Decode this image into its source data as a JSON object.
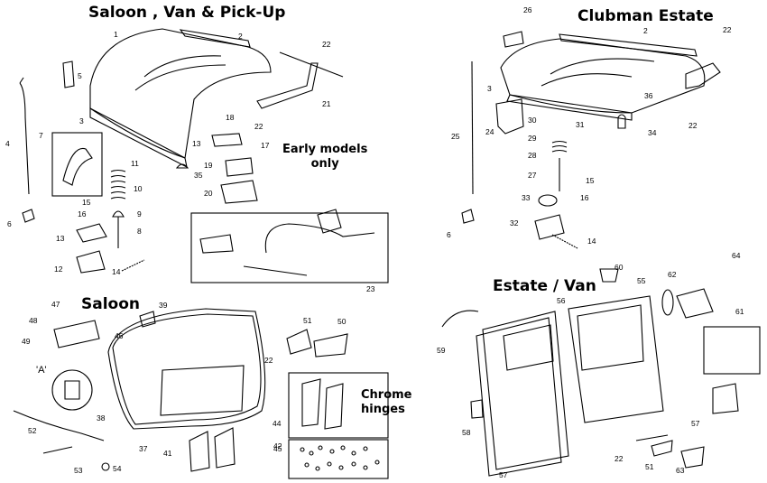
{
  "sections": {
    "saloon_van_pickup": "Saloon , Van & Pick-Up",
    "clubman_estate": "Clubman Estate",
    "saloon": "Saloon",
    "estate_van": "Estate / Van"
  },
  "notes": {
    "early_models_line1": "Early models",
    "early_models_line2": "only",
    "chrome_hinges_line1": "Chrome",
    "chrome_hinges_line2": "hinges",
    "detail_a": "'A'"
  },
  "labels": [
    {
      "id": "l1",
      "text": "1"
    },
    {
      "id": "l2",
      "text": "2"
    },
    {
      "id": "l3",
      "text": "3"
    },
    {
      "id": "l4",
      "text": "4"
    },
    {
      "id": "l5",
      "text": "5"
    },
    {
      "id": "l6",
      "text": "6"
    },
    {
      "id": "l7",
      "text": "7"
    },
    {
      "id": "l8",
      "text": "8"
    },
    {
      "id": "l9",
      "text": "9"
    },
    {
      "id": "l10",
      "text": "10"
    },
    {
      "id": "l11",
      "text": "11"
    },
    {
      "id": "l12",
      "text": "12"
    },
    {
      "id": "l13",
      "text": "13"
    },
    {
      "id": "l14",
      "text": "14"
    },
    {
      "id": "l15",
      "text": "15"
    },
    {
      "id": "l16",
      "text": "16"
    },
    {
      "id": "l18",
      "text": "18"
    },
    {
      "id": "l13b",
      "text": "13"
    },
    {
      "id": "l17",
      "text": "17"
    },
    {
      "id": "l19",
      "text": "19"
    },
    {
      "id": "l35",
      "text": "35"
    },
    {
      "id": "l20",
      "text": "20"
    },
    {
      "id": "l22a",
      "text": "22"
    },
    {
      "id": "l21",
      "text": "21"
    },
    {
      "id": "l22b",
      "text": "22"
    },
    {
      "id": "l23",
      "text": "23"
    },
    {
      "id": "c26",
      "text": "26"
    },
    {
      "id": "c2",
      "text": "2"
    },
    {
      "id": "c22",
      "text": "22"
    },
    {
      "id": "c3",
      "text": "3"
    },
    {
      "id": "c36",
      "text": "36"
    },
    {
      "id": "c25",
      "text": "25"
    },
    {
      "id": "c24",
      "text": "24"
    },
    {
      "id": "c30",
      "text": "30"
    },
    {
      "id": "c31",
      "text": "31"
    },
    {
      "id": "c34",
      "text": "34"
    },
    {
      "id": "c29",
      "text": "29"
    },
    {
      "id": "c28",
      "text": "28"
    },
    {
      "id": "c27",
      "text": "27"
    },
    {
      "id": "c15",
      "text": "15"
    },
    {
      "id": "c33",
      "text": "33"
    },
    {
      "id": "c16",
      "text": "16"
    },
    {
      "id": "c22b",
      "text": "22"
    },
    {
      "id": "c6",
      "text": "6"
    },
    {
      "id": "c32",
      "text": "32"
    },
    {
      "id": "c14",
      "text": "14"
    },
    {
      "id": "s47",
      "text": "47"
    },
    {
      "id": "s39",
      "text": "39"
    },
    {
      "id": "s48",
      "text": "48"
    },
    {
      "id": "s49",
      "text": "49"
    },
    {
      "id": "s46",
      "text": "46"
    },
    {
      "id": "s51",
      "text": "51"
    },
    {
      "id": "s50",
      "text": "50"
    },
    {
      "id": "s22",
      "text": "22"
    },
    {
      "id": "s38",
      "text": "38"
    },
    {
      "id": "s52",
      "text": "52"
    },
    {
      "id": "s37",
      "text": "37"
    },
    {
      "id": "s44",
      "text": "44"
    },
    {
      "id": "s41",
      "text": "41"
    },
    {
      "id": "s42",
      "text": "42"
    },
    {
      "id": "s45",
      "text": "45"
    },
    {
      "id": "s53",
      "text": "53"
    },
    {
      "id": "s54",
      "text": "54"
    },
    {
      "id": "e60",
      "text": "60"
    },
    {
      "id": "e55",
      "text": "55"
    },
    {
      "id": "e62",
      "text": "62"
    },
    {
      "id": "e64",
      "text": "64"
    },
    {
      "id": "e56",
      "text": "56"
    },
    {
      "id": "e61",
      "text": "61"
    },
    {
      "id": "e59",
      "text": "59"
    },
    {
      "id": "e57a",
      "text": "57"
    },
    {
      "id": "e58",
      "text": "58"
    },
    {
      "id": "e22",
      "text": "22"
    },
    {
      "id": "e51",
      "text": "51"
    },
    {
      "id": "e63",
      "text": "63"
    },
    {
      "id": "e57b",
      "text": "57"
    }
  ]
}
